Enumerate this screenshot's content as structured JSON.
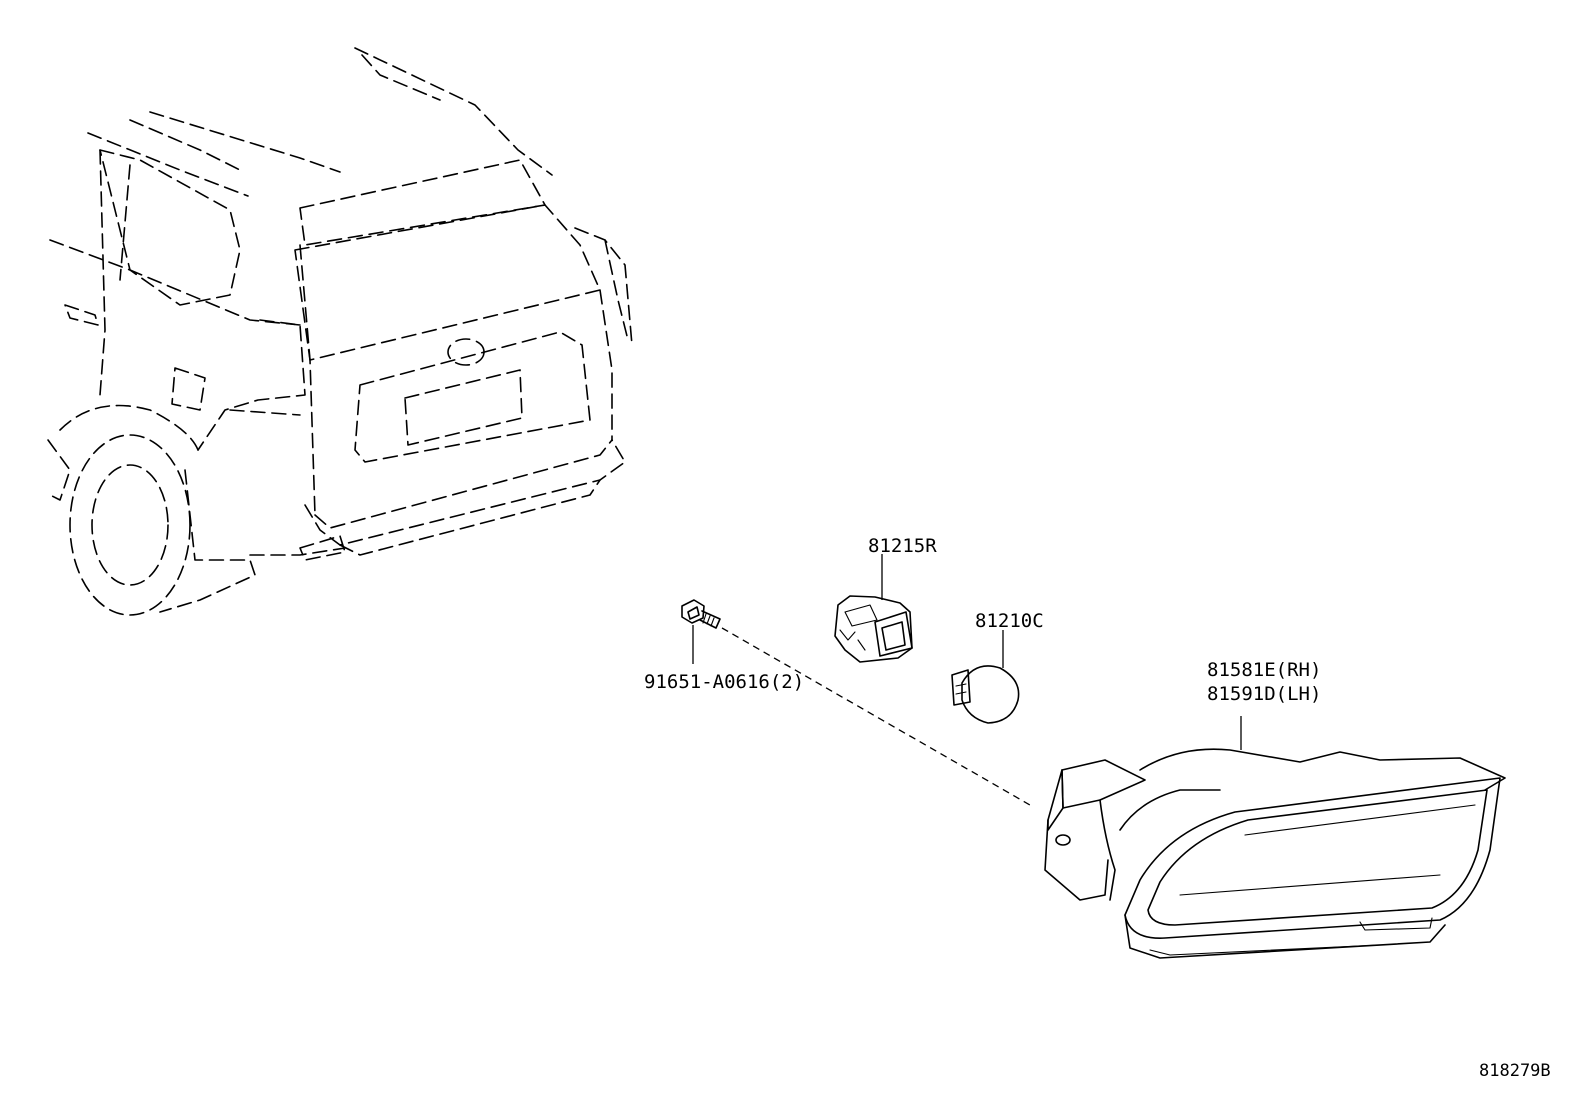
{
  "diagram": {
    "parts": [
      {
        "id": "bolt",
        "number": "91651-A0616(2)",
        "icon": "bolt-icon"
      },
      {
        "id": "socket",
        "number": "81215R",
        "icon": "bulb-socket-icon"
      },
      {
        "id": "bulb",
        "number": "81210C",
        "icon": "bulb-icon"
      },
      {
        "id": "lamp_rh",
        "number": "81581E(RH)",
        "icon": "fog-lamp-icon"
      },
      {
        "id": "lamp_lh",
        "number": "81591D(LH)",
        "icon": "fog-lamp-icon"
      }
    ],
    "reference_code": "818279B",
    "vehicle_view": "vehicle-rear-icon"
  }
}
